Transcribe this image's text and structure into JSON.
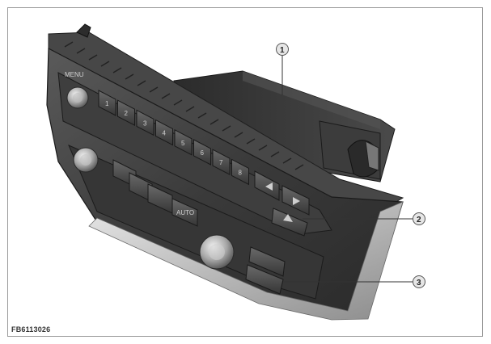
{
  "figure_id": "FB6113026",
  "callouts": [
    {
      "number": "1"
    },
    {
      "number": "2"
    },
    {
      "number": "3"
    }
  ],
  "preset_keys": [
    "1",
    "2",
    "3",
    "4",
    "5",
    "6",
    "7",
    "8"
  ],
  "panel_labels": {
    "mode_key": "MENU",
    "auto_key": "AUTO"
  }
}
